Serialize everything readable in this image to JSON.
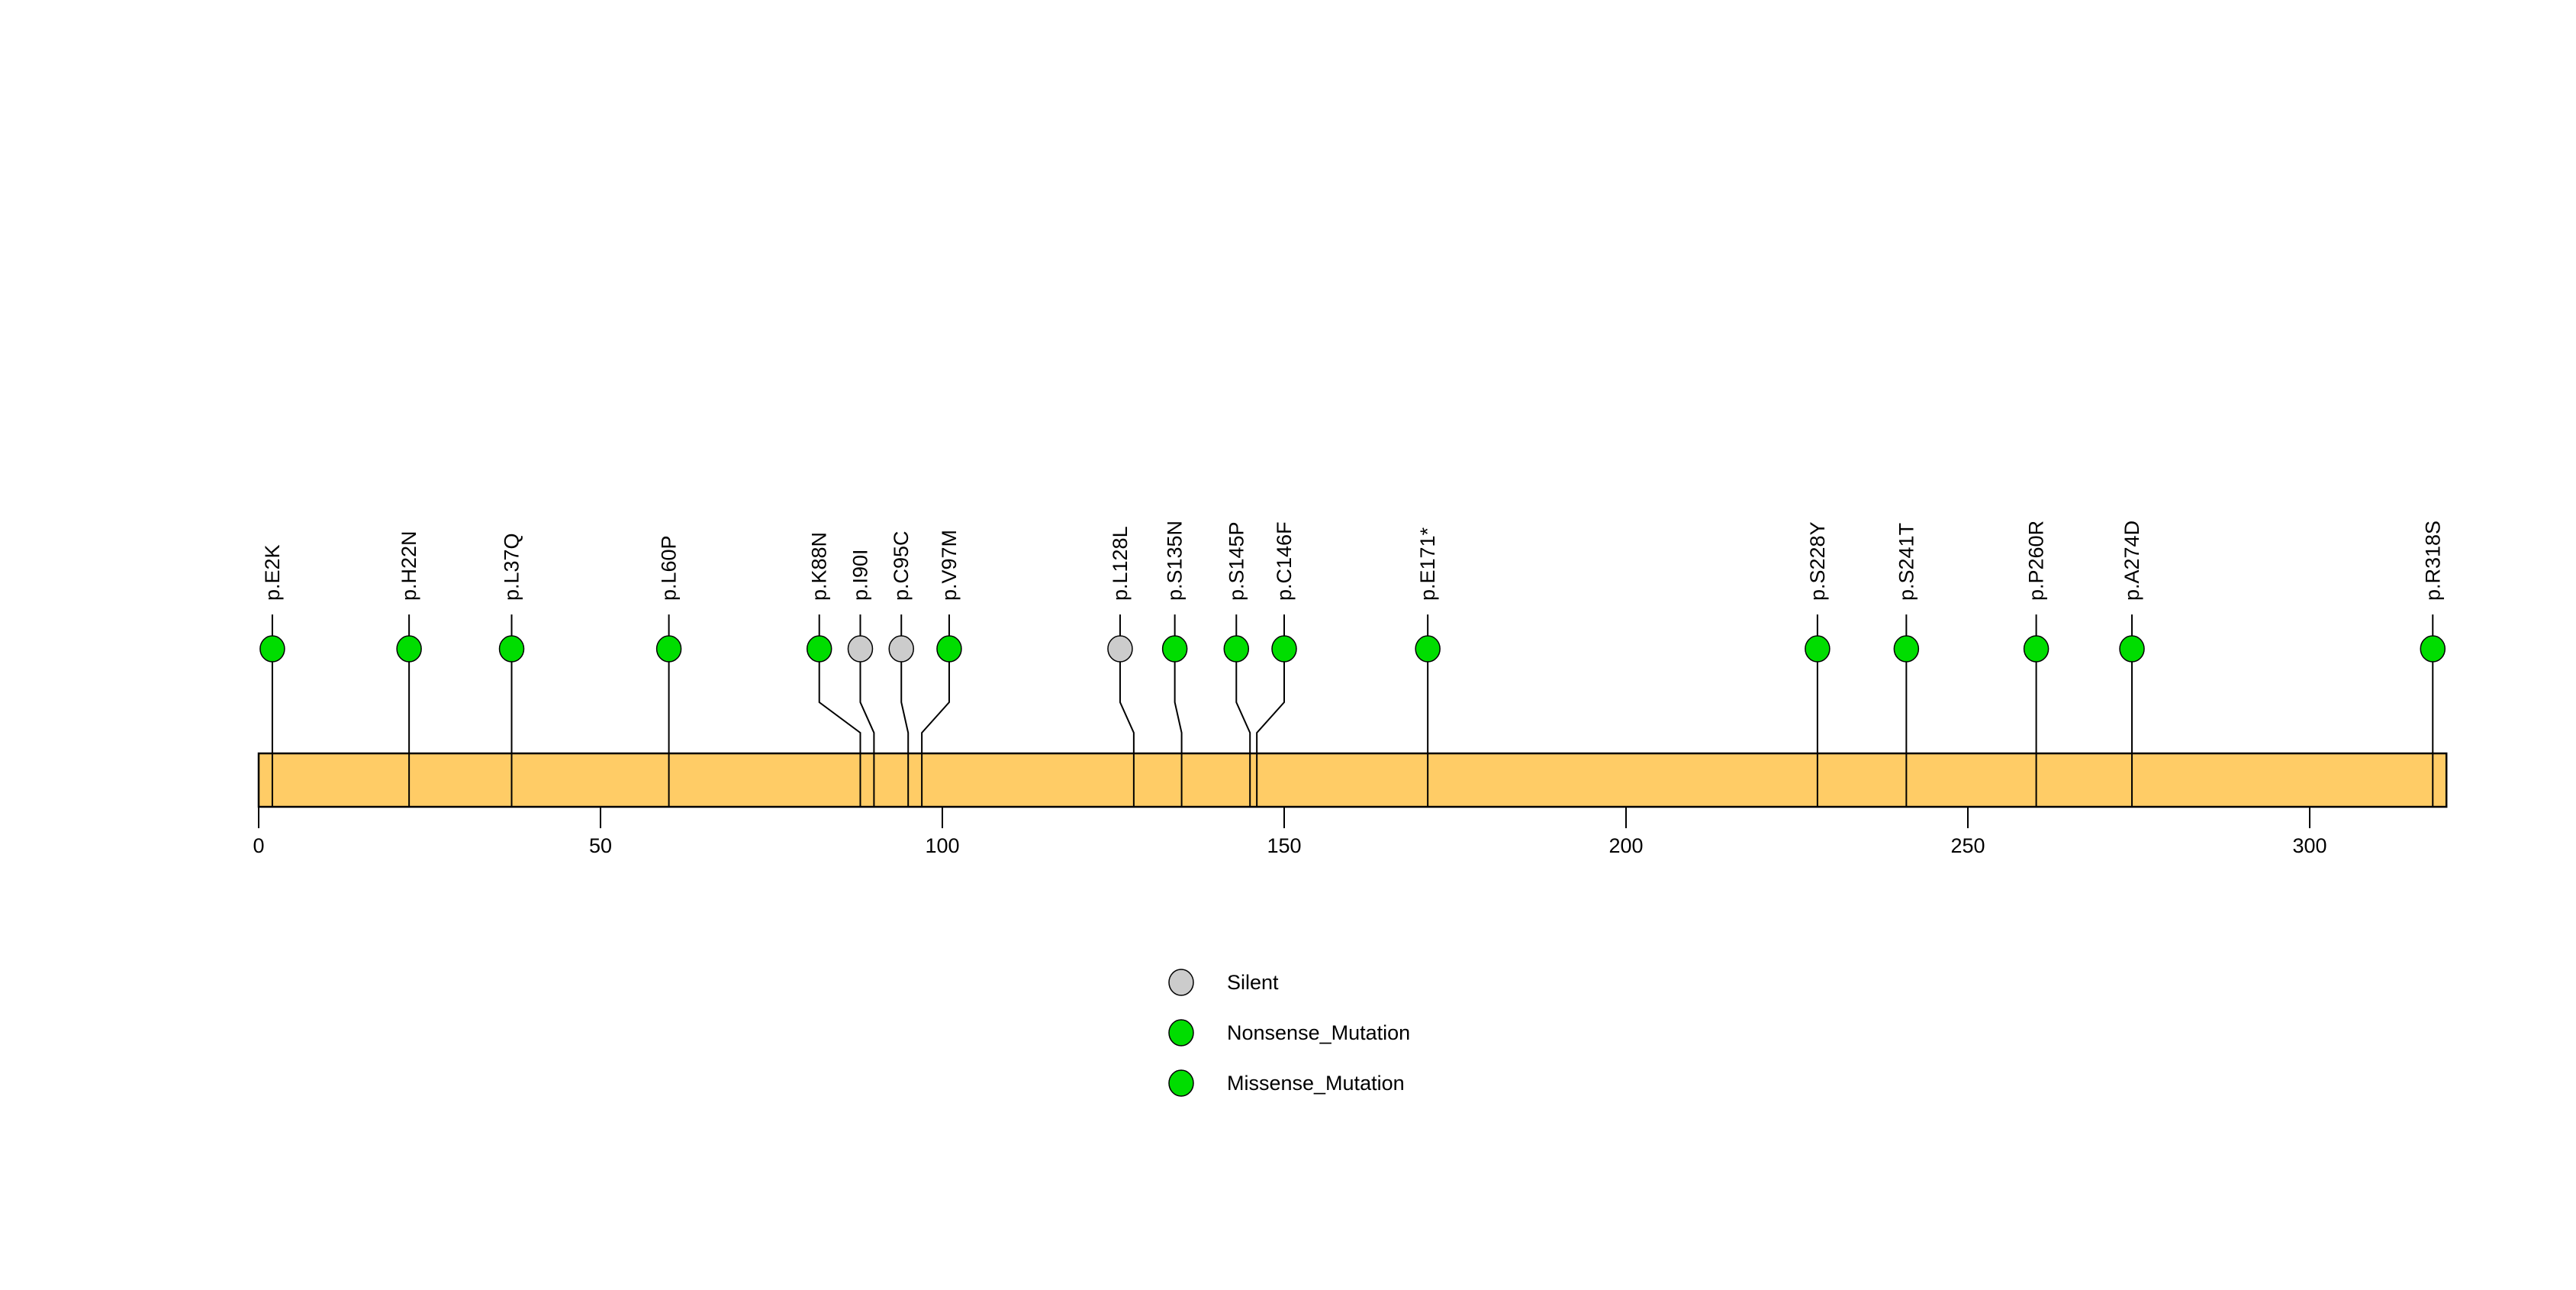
{
  "chart_data": {
    "type": "lollipop",
    "title": "",
    "subtitle": "",
    "xlabel": "",
    "ylabel": "",
    "xlim": [
      0,
      320
    ],
    "grid": false,
    "legend_position": "bottom-center",
    "protein": {
      "length": 320,
      "bar_color": "#FFCC66",
      "bar_border_color": "#000000"
    },
    "axis": {
      "ticks": [
        0,
        50,
        100,
        150,
        200,
        250,
        300
      ],
      "tick_labels": [
        "0",
        "50",
        "100",
        "150",
        "200",
        "250",
        "300"
      ]
    },
    "colors": {
      "silent": "#CCCCCC",
      "nonsense": "#00DD00",
      "missense": "#00DD00",
      "stem": "#000000",
      "marker_border": "#000000"
    },
    "mutations": [
      {
        "label": "p.E2K",
        "position": 2,
        "type": "Missense_Mutation",
        "color": "#00DD00",
        "label_x": 2,
        "count": 1
      },
      {
        "label": "p.H22N",
        "position": 22,
        "type": "Missense_Mutation",
        "color": "#00DD00",
        "label_x": 22,
        "count": 1
      },
      {
        "label": "p.L37Q",
        "position": 37,
        "type": "Missense_Mutation",
        "color": "#00DD00",
        "label_x": 37,
        "count": 1
      },
      {
        "label": "p.L60P",
        "position": 60,
        "type": "Missense_Mutation",
        "color": "#00DD00",
        "label_x": 60,
        "count": 1
      },
      {
        "label": "p.K88N",
        "position": 88,
        "type": "Missense_Mutation",
        "color": "#00DD00",
        "label_x": 82,
        "count": 1
      },
      {
        "label": "p.I90I",
        "position": 90,
        "type": "Silent",
        "color": "#CCCCCC",
        "label_x": 88,
        "count": 1
      },
      {
        "label": "p.C95C",
        "position": 95,
        "type": "Silent",
        "color": "#CCCCCC",
        "label_x": 94,
        "count": 1
      },
      {
        "label": "p.V97M",
        "position": 97,
        "type": "Missense_Mutation",
        "color": "#00DD00",
        "label_x": 101,
        "count": 1
      },
      {
        "label": "p.L128L",
        "position": 128,
        "type": "Silent",
        "color": "#CCCCCC",
        "label_x": 126,
        "count": 1
      },
      {
        "label": "p.S135N",
        "position": 135,
        "type": "Missense_Mutation",
        "color": "#00DD00",
        "label_x": 134,
        "count": 1
      },
      {
        "label": "p.S145P",
        "position": 145,
        "type": "Missense_Mutation",
        "color": "#00DD00",
        "label_x": 143,
        "count": 1
      },
      {
        "label": "p.C146F",
        "position": 146,
        "type": "Missense_Mutation",
        "color": "#00DD00",
        "label_x": 150,
        "count": 1
      },
      {
        "label": "p.E171*",
        "position": 171,
        "type": "Nonsense_Mutation",
        "color": "#00DD00",
        "label_x": 171,
        "count": 1
      },
      {
        "label": "p.S228Y",
        "position": 228,
        "type": "Missense_Mutation",
        "color": "#00DD00",
        "label_x": 228,
        "count": 1
      },
      {
        "label": "p.S241T",
        "position": 241,
        "type": "Missense_Mutation",
        "color": "#00DD00",
        "label_x": 241,
        "count": 1
      },
      {
        "label": "p.P260R",
        "position": 260,
        "type": "Missense_Mutation",
        "color": "#00DD00",
        "label_x": 260,
        "count": 1
      },
      {
        "label": "p.A274D",
        "position": 274,
        "type": "Missense_Mutation",
        "color": "#00DD00",
        "label_x": 274,
        "count": 1
      },
      {
        "label": "p.R318S",
        "position": 318,
        "type": "Missense_Mutation",
        "color": "#00DD00",
        "label_x": 318,
        "count": 1
      }
    ],
    "legend": [
      {
        "label": "Silent",
        "color": "#CCCCCC"
      },
      {
        "label": "Nonsense_Mutation",
        "color": "#00DD00"
      },
      {
        "label": "Missense_Mutation",
        "color": "#00DD00"
      }
    ]
  }
}
